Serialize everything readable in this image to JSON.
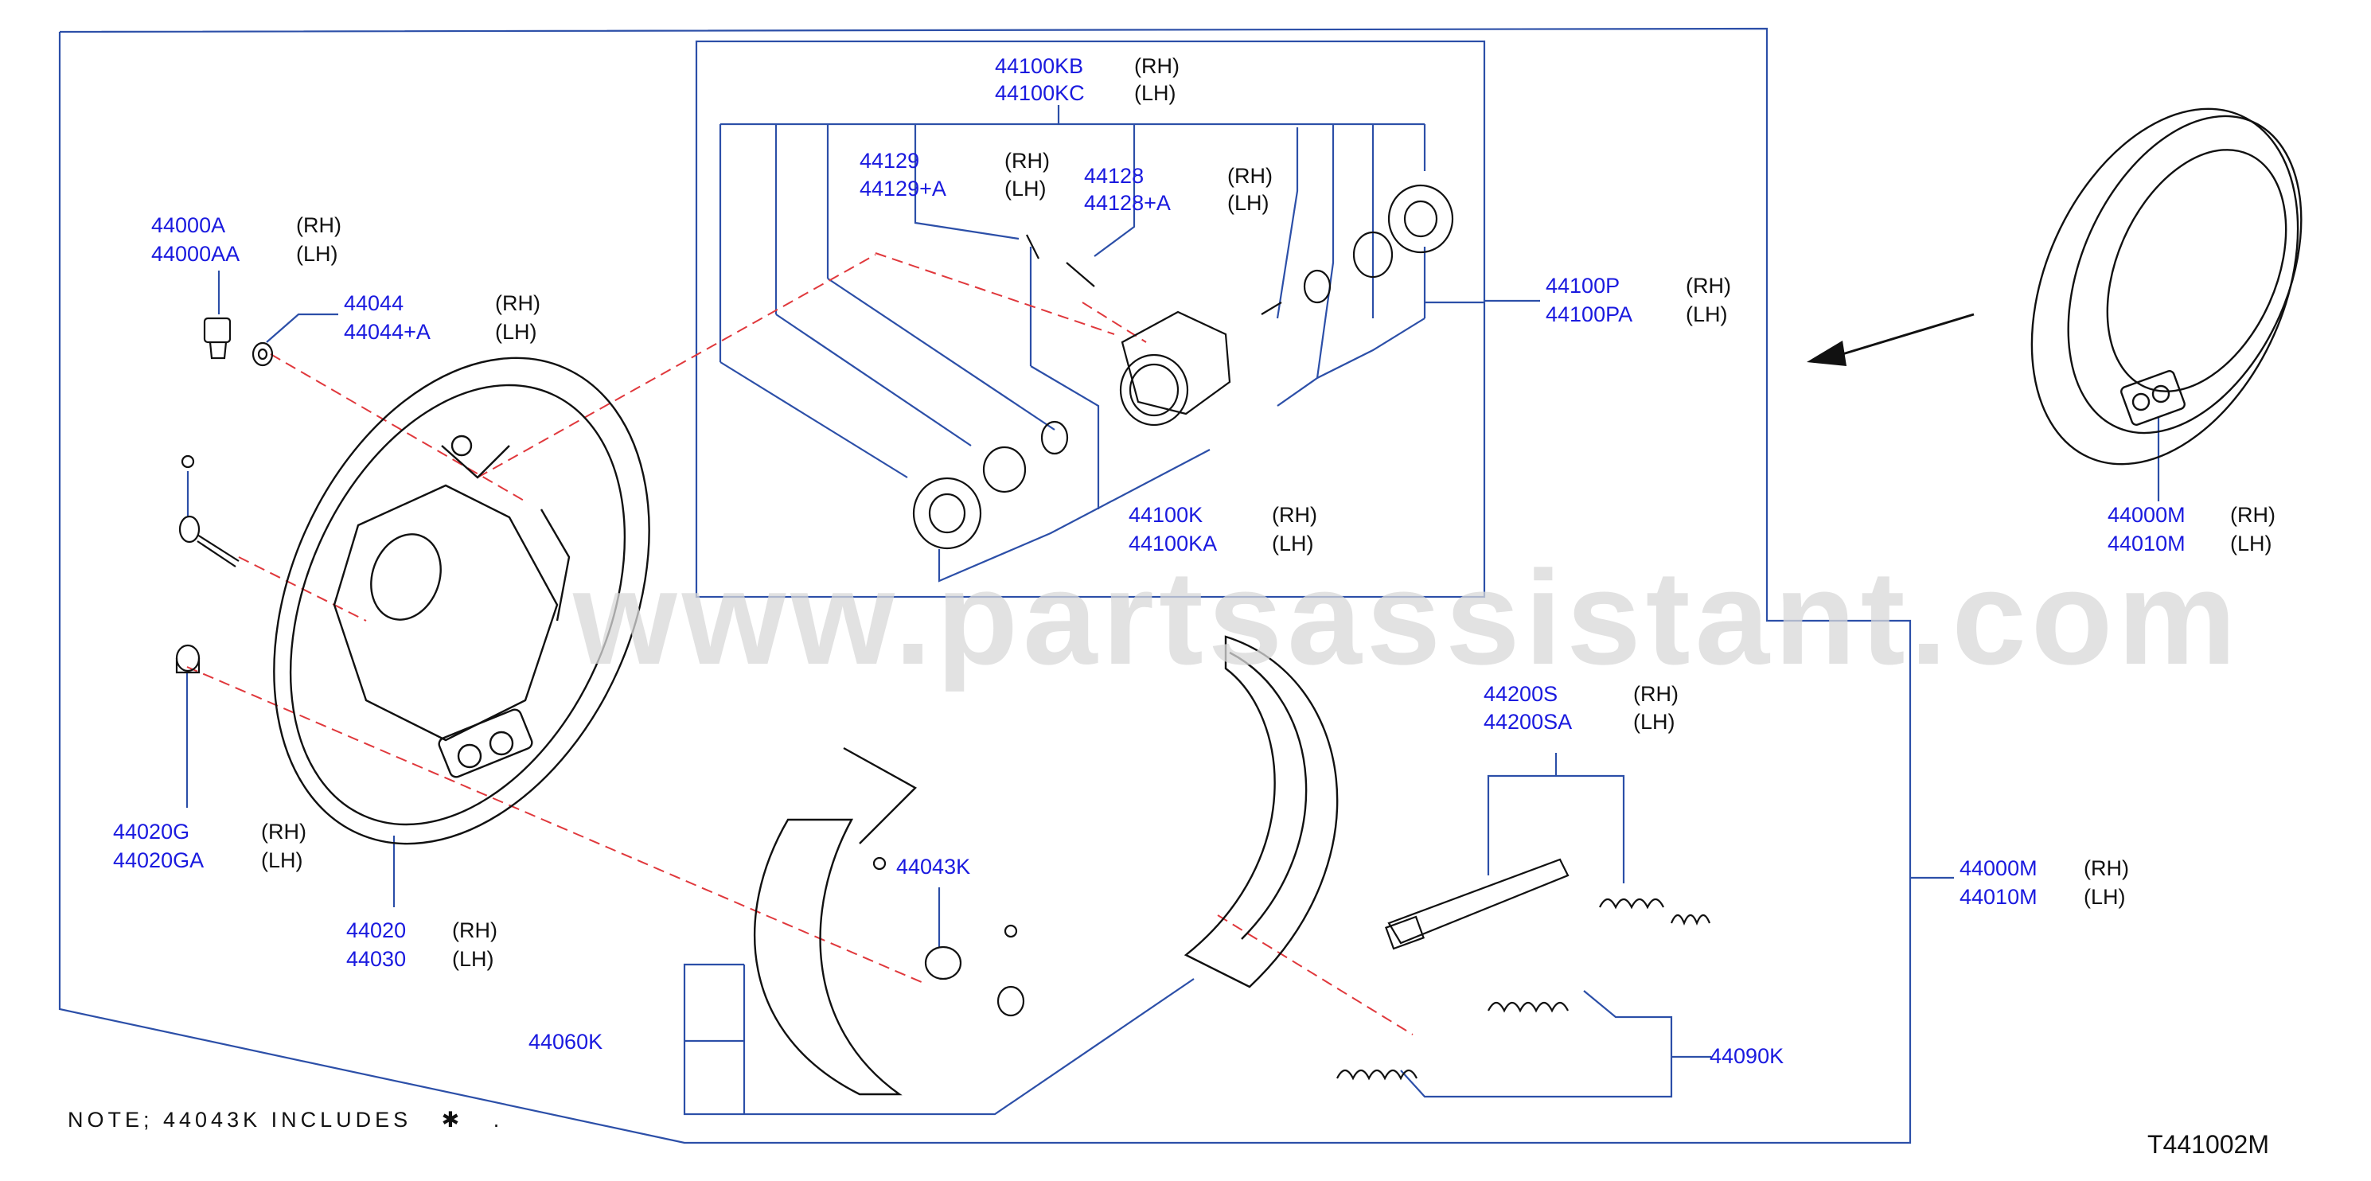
{
  "watermark": "www.partsassistant.com",
  "note": {
    "text": "NOTE;  44043K  INCLUDES",
    "end": "."
  },
  "drawing_code": "T441002M",
  "callouts": {
    "c44100KB": {
      "p1": "44100KB",
      "p2": "44100KC",
      "s1": "(RH)",
      "s2": "(LH)"
    },
    "c44129": {
      "p1": "44129",
      "p2": "44129+A",
      "s1": "(RH)",
      "s2": "(LH)"
    },
    "c44128": {
      "p1": "44128",
      "p2": "44128+A",
      "s1": "(RH)",
      "s2": "(LH)"
    },
    "c44000A": {
      "p1": "44000A",
      "p2": "44000AA",
      "s1": "(RH)",
      "s2": "(LH)"
    },
    "c44044": {
      "p1": "44044",
      "p2": "44044+A",
      "s1": "(RH)",
      "s2": "(LH)"
    },
    "c44100P": {
      "p1": "44100P",
      "p2": "44100PA",
      "s1": "(RH)",
      "s2": "(LH)"
    },
    "c44100K": {
      "p1": "44100K",
      "p2": "44100KA",
      "s1": "(RH)",
      "s2": "(LH)"
    },
    "c44000Mtop": {
      "p1": "44000M",
      "p2": "44010M",
      "s1": "(RH)",
      "s2": "(LH)"
    },
    "c44200S": {
      "p1": "44200S",
      "p2": "44200SA",
      "s1": "(RH)",
      "s2": "(LH)"
    },
    "c44020G": {
      "p1": "44020G",
      "p2": "44020GA",
      "s1": "(RH)",
      "s2": "(LH)"
    },
    "c44020": {
      "p1": "44020",
      "p2": "44030",
      "s1": "(RH)",
      "s2": "(LH)"
    },
    "c44000Mside": {
      "p1": "44000M",
      "p2": "44010M",
      "s1": "(RH)",
      "s2": "(LH)"
    },
    "c44043K": {
      "p1": "44043K"
    },
    "c44060K": {
      "p1": "44060K"
    },
    "c44090K": {
      "p1": "44090K"
    }
  }
}
